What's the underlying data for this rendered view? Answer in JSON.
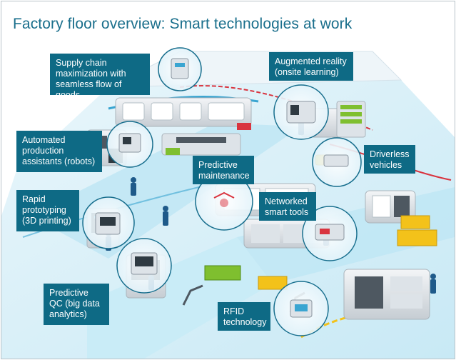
{
  "title": "Factory floor overview: Smart technologies at work",
  "labels": {
    "supply_chain": "Supply chain\nmaximization with\nseamless flow of goods",
    "augmented_reality": "Augmented reality\n(onsite learning)",
    "automated_production": "Automated\nproduction\nassistants (robots)",
    "driverless_vehicles": "Driverless\nvehicles",
    "predictive_maintenance": "Predictive\nmaintenance",
    "rapid_prototyping": "Rapid\nprototyping\n(3D printing)",
    "networked_smart_tools": "Networked\nsmart tools",
    "predictive_qc": "Predictive\nQC (big data\nanalytics)",
    "rfid_technology": "RFID\ntechnology"
  },
  "colors": {
    "title": "#1a6f8c",
    "label_bg": "#0e6a85",
    "floor": "#d6eef6",
    "aisle": "#bfe6f4",
    "machine": "#dde3e8",
    "machine_dark": "#4e5861",
    "accent_red": "#d9343f",
    "accent_yellow": "#f3c21a",
    "accent_green": "#7fbf2f"
  },
  "icons": [
    "robot-arm-icon",
    "forklift-icon",
    "worker-icon",
    "pallet-icon",
    "3d-printer-icon",
    "monitor-icon"
  ]
}
